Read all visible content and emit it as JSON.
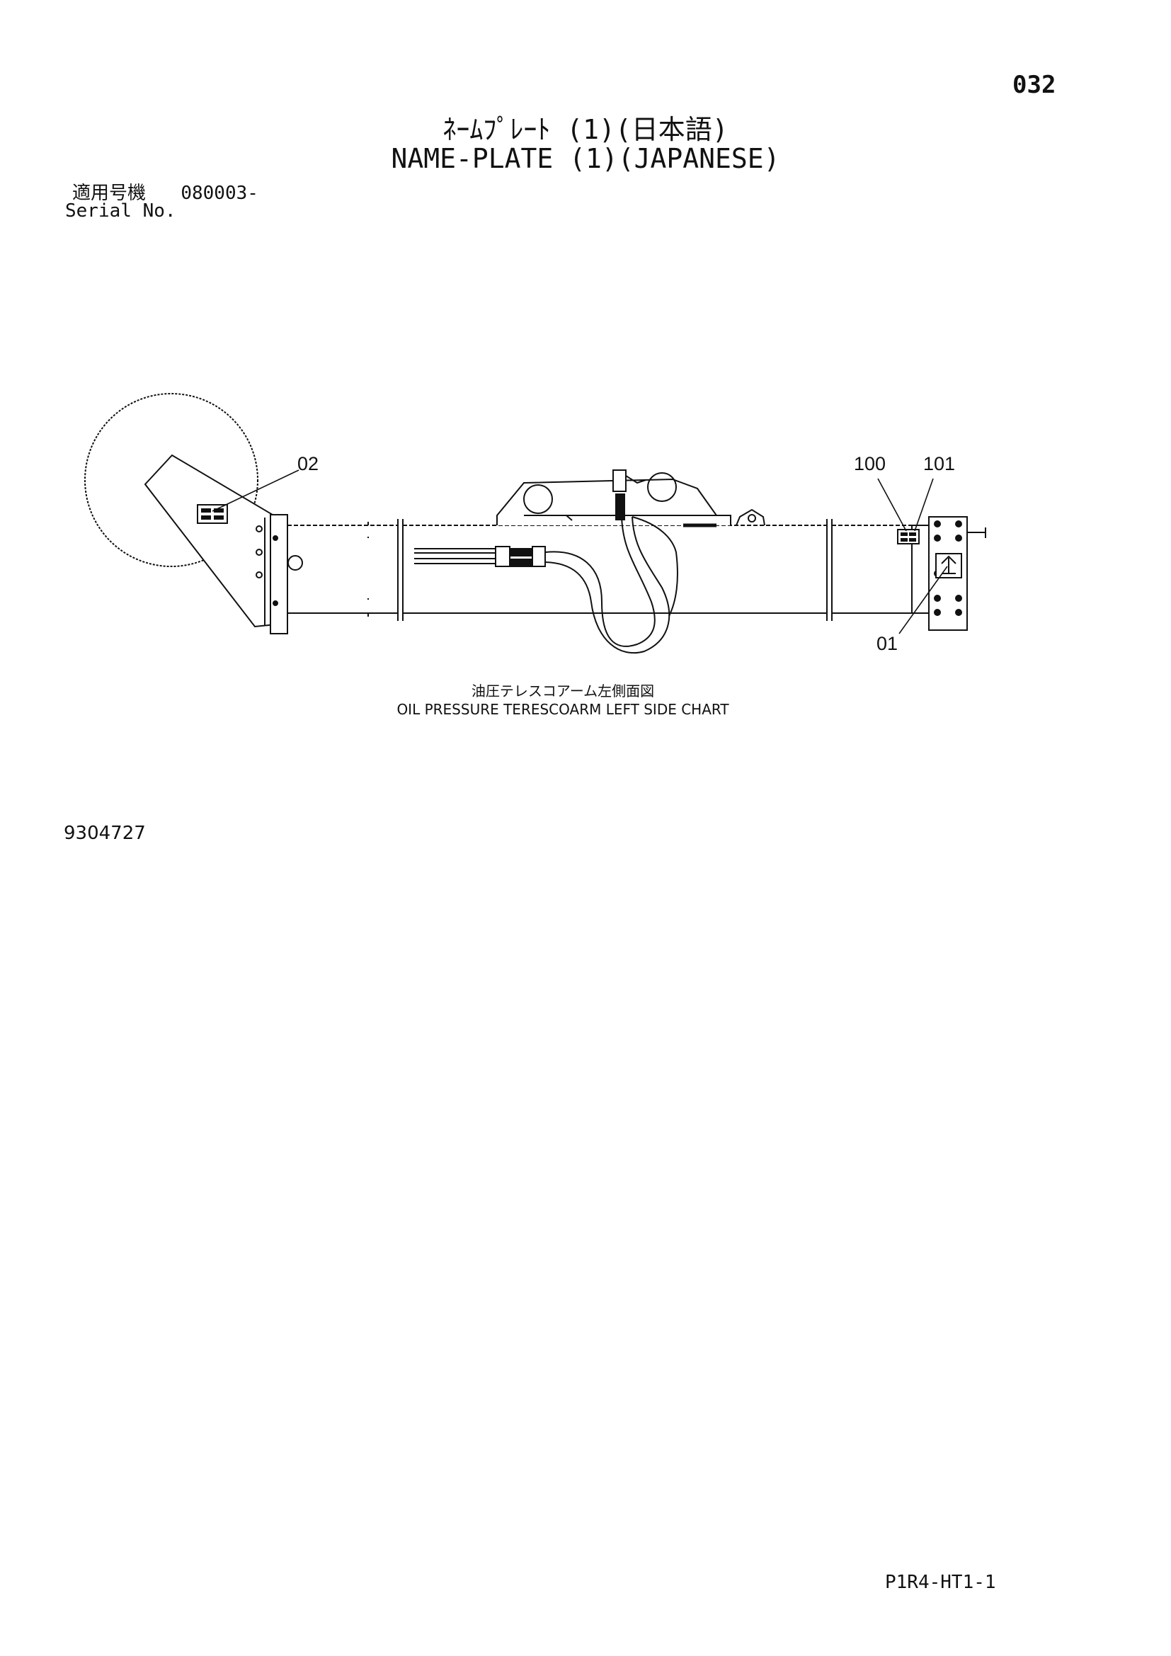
{
  "page_number": "032",
  "title_jp": "ﾈｰﾑﾌﾟﾚｰﾄ (1)(日本語)",
  "title_en": "NAME-PLATE (1)(JAPANESE)",
  "serial": {
    "label_jp": "適用号機",
    "value": "080003-",
    "label_en": "Serial No."
  },
  "callouts": {
    "c02": "02",
    "c100": "100",
    "c101": "101",
    "c01": "01"
  },
  "caption_jp": "油圧テレスコアーム左側面図",
  "caption_en": "OIL PRESSURE TERESCOARM LEFT SIDE CHART",
  "drawing_number": "9304727",
  "document_code": "P1R4-HT1-1"
}
